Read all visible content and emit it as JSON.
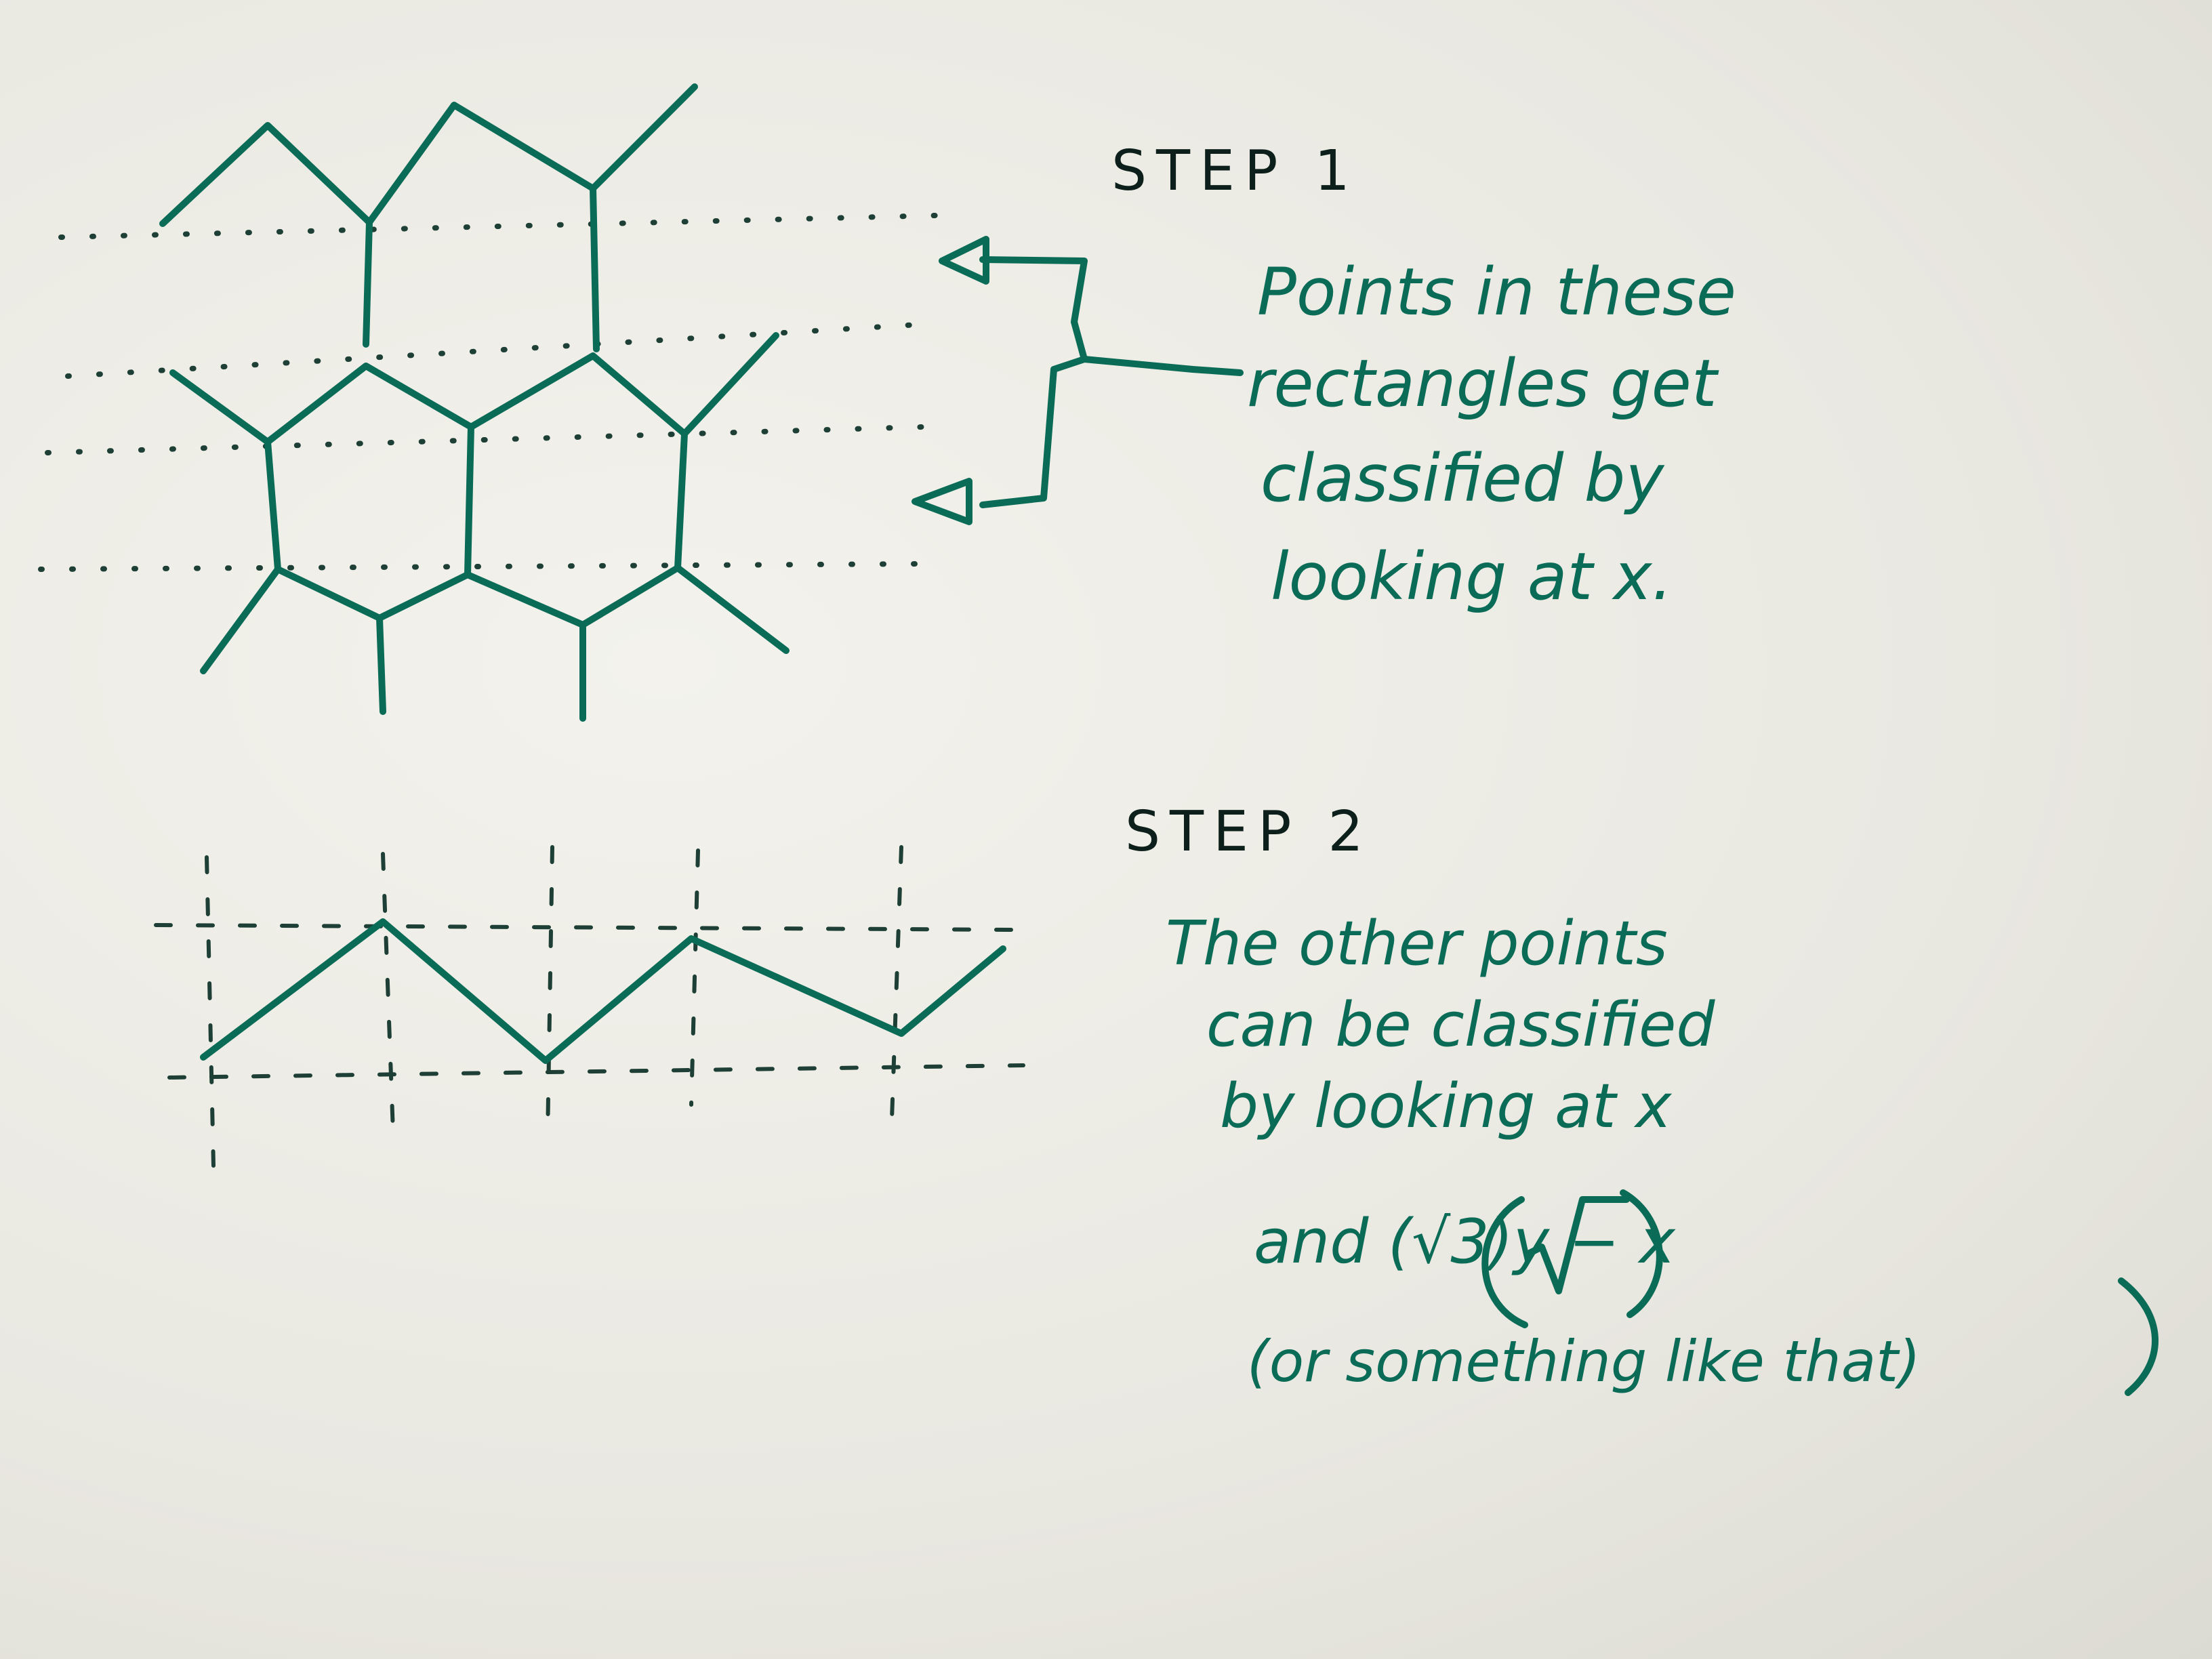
{
  "step1": {
    "heading": "STEP 1",
    "lines": [
      "Points in these",
      "rectangles get",
      "classified by",
      "looking at x."
    ]
  },
  "step2": {
    "heading": "STEP 2",
    "lines": [
      "The other points",
      "can be classified",
      "by looking at x",
      "and (√3)y − x",
      "(or something like that)"
    ]
  },
  "colors": {
    "ink": "#0a6b57",
    "pencil": "#1d3f36",
    "paper": "#ecebe4"
  }
}
